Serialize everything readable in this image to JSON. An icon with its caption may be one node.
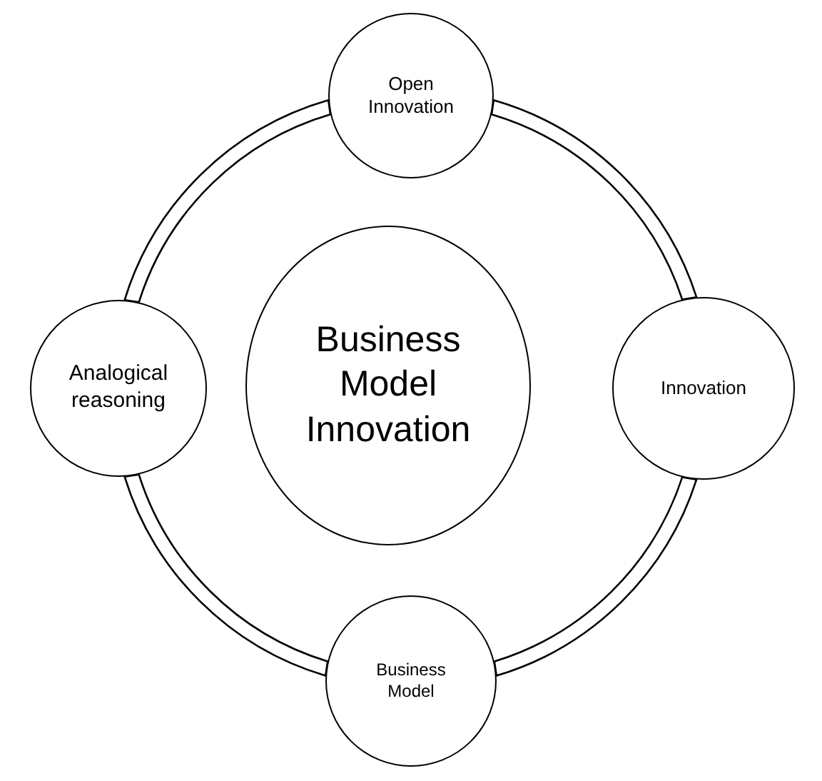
{
  "diagram": {
    "nodes": [
      {
        "text": [
          "Open Innovation"
        ]
      },
      {
        "text": [
          "Analogical reasoning"
        ]
      },
      {
        "text": [
          "Business Model Innovation"
        ]
      },
      {
        "text": [
          "Innovation"
        ]
      },
      {
        "text": [
          "Business Model"
        ]
      }
    ],
    "edges": [
      {
        "from": 0,
        "to": 3,
        "arrow": "none"
      },
      {
        "from": 3,
        "to": 4,
        "arrow": "none"
      },
      {
        "from": 4,
        "to": 1,
        "arrow": "none"
      },
      {
        "from": 1,
        "to": 0,
        "arrow": "none"
      }
    ]
  }
}
